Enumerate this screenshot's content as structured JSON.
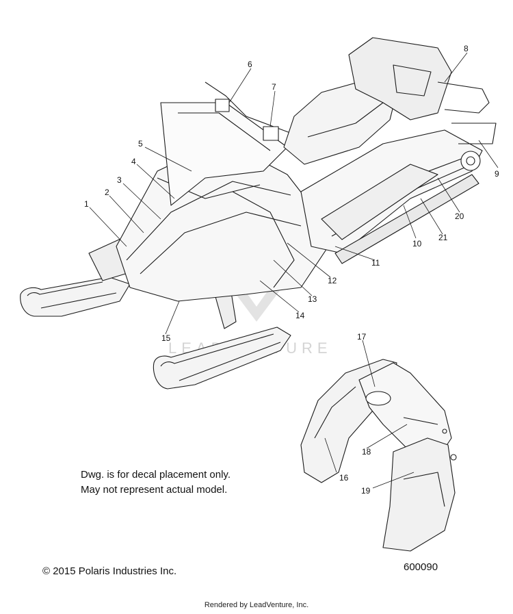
{
  "callouts": [
    "1",
    "2",
    "3",
    "4",
    "5",
    "6",
    "7",
    "8",
    "9",
    "10",
    "11",
    "12",
    "13",
    "14",
    "15",
    "16",
    "17",
    "18",
    "19",
    "20",
    "21"
  ],
  "note_line1": "Dwg. is for decal placement only.",
  "note_line2": "May not represent actual model.",
  "copyright": "© 2015 Polaris Industries Inc.",
  "drawing_number": "600090",
  "rendered_by": "Rendered by LeadVenture, Inc.",
  "watermark": "LEADVENTURE"
}
